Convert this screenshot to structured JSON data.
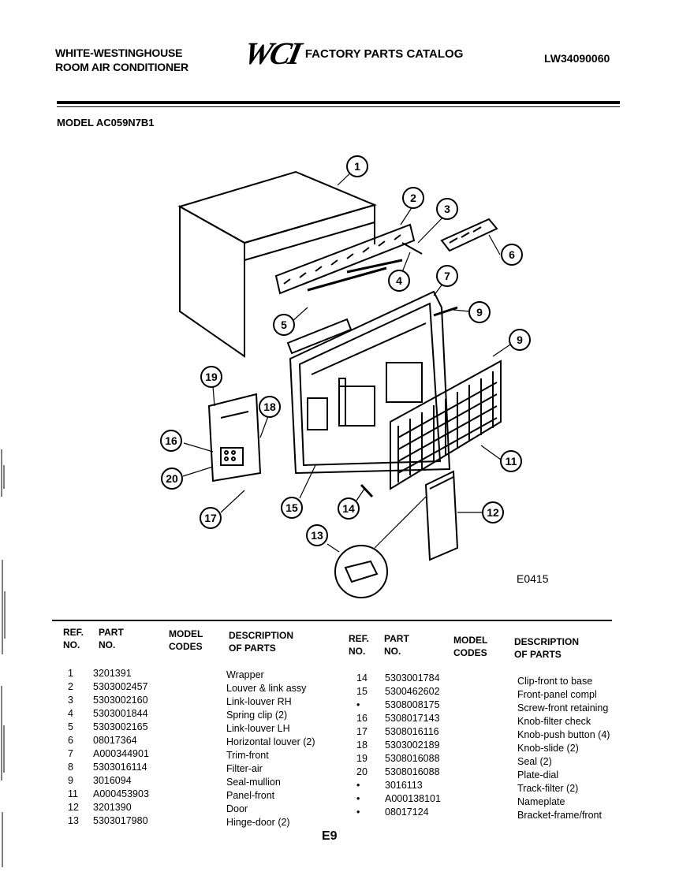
{
  "header": {
    "brand_line1": "WHITE-WESTINGHOUSE",
    "brand_line2": "ROOM AIR CONDITIONER",
    "logo": "WCI",
    "catalog_title": "FACTORY PARTS CATALOG",
    "catalog_number": "LW34090060"
  },
  "model": "MODEL AC059N7B1",
  "figure_code": "E0415",
  "callouts": [
    "1",
    "2",
    "3",
    "4",
    "5",
    "6",
    "7",
    "9",
    "9",
    "19",
    "18",
    "16",
    "20",
    "17",
    "15",
    "14",
    "11",
    "12",
    "13"
  ],
  "table": {
    "headers": {
      "ref_no": [
        "REF.",
        "NO."
      ],
      "part_no": [
        "PART",
        "NO."
      ],
      "model_codes": [
        "MODEL",
        "CODES"
      ],
      "description": [
        "DESCRIPTION",
        "OF PARTS"
      ]
    },
    "left": {
      "ref": [
        "1",
        "2",
        "3",
        "4",
        "5",
        "6",
        "7",
        "8",
        "9",
        "11",
        "12",
        "13"
      ],
      "part": [
        "3201391",
        "5303002457",
        "5303002160",
        "5303001844",
        "5303002165",
        "08017364",
        "A000344901",
        "5303016114",
        "3016094",
        "A000453903",
        "3201390",
        "5303017980"
      ],
      "desc": [
        "Wrapper",
        "Louver & link assy",
        "Link-louver RH",
        "Spring clip (2)",
        "Link-louver LH",
        "Horizontal louver (2)",
        "Trim-front",
        "Filter-air",
        "Seal-mullion",
        "Panel-front",
        "Door",
        "Hinge-door (2)"
      ]
    },
    "right": {
      "ref": [
        "14",
        "15",
        "•",
        "16",
        "17",
        "18",
        "19",
        "20",
        "•",
        "•",
        "•"
      ],
      "part": [
        "5303001784",
        "5300462602",
        "5308008175",
        "5308017143",
        "5308016116",
        "5303002189",
        "5308016088",
        "5308016088",
        "3016113",
        "A000138101",
        "08017124"
      ],
      "desc": [
        "Clip-front to base",
        "Front-panel compl",
        "Screw-front retaining",
        "Knob-filter check",
        "Knob-push button (4)",
        "Knob-slide (2)",
        "Seal (2)",
        "Plate-dial",
        "Track-filter (2)",
        "Nameplate",
        "Bracket-frame/front"
      ]
    }
  },
  "page_number": "E9"
}
